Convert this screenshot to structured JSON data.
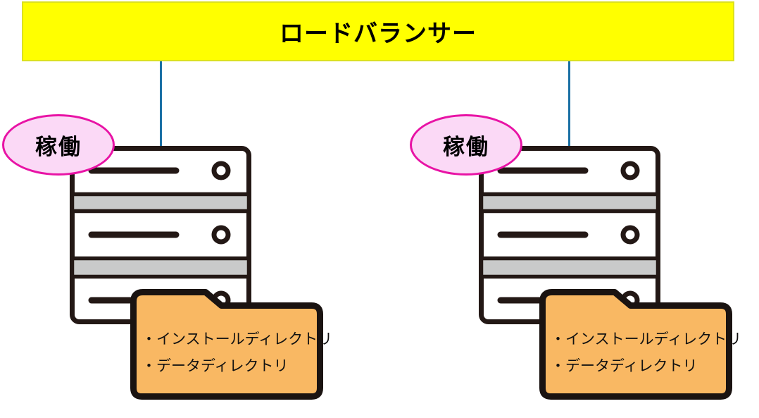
{
  "banner": {
    "label": "ロードバランサー",
    "bg_color": "#ffff00",
    "border_color": "#dce11f",
    "text_color": "#000000"
  },
  "connector": {
    "color": "#1a70a5"
  },
  "servers": [
    {
      "status_label": "稼働",
      "folder_lines": [
        "・インストールディレクトリ",
        "・データディレクトリ"
      ]
    },
    {
      "status_label": "稼働",
      "folder_lines": [
        "・インストールディレクトリ",
        "・データディレクトリ"
      ]
    }
  ],
  "colors": {
    "server_outline": "#231815",
    "server_fill": "#ffffff",
    "server_band": "#c9caca",
    "folder_fill": "#f9b863",
    "folder_outline": "#1a1311",
    "status_fill": "#fbd9f6",
    "status_border": "#e813a5"
  }
}
